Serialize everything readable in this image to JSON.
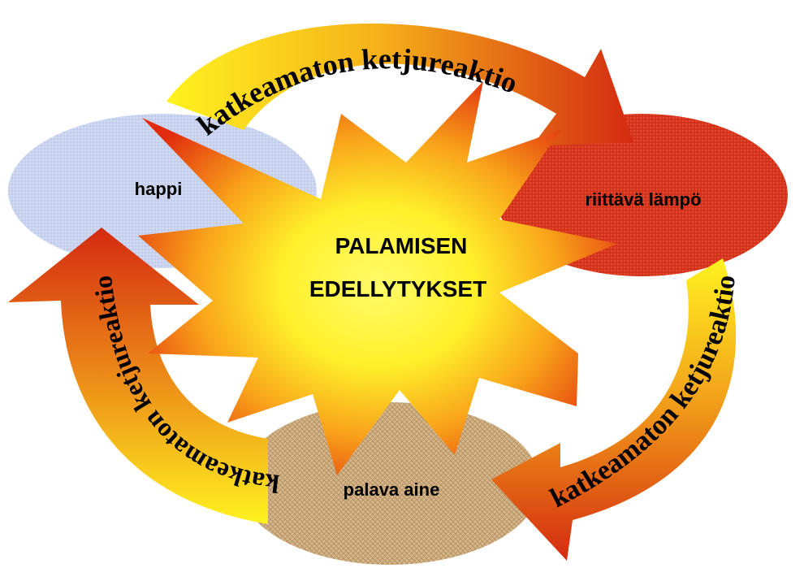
{
  "diagram": {
    "center": {
      "line1": "PALAMISEN",
      "line2": "EDELLYTYKSET"
    },
    "nodes": {
      "oxygen": "happi",
      "heat": "riittävä lämpö",
      "fuel": "palava aine"
    },
    "arrows": {
      "top": "katkeamaton ketjureaktio",
      "right": "katkeamaton ketjureaktio",
      "left": "katkeamaton ketjureaktio"
    },
    "colors": {
      "oxygen_fill": "#c9d3ef",
      "heat_fill": "#d8341e",
      "fuel_fill": "#c9a77b",
      "arrow_start": "#ffef1a",
      "arrow_end": "#d42a10",
      "star_center": "#fff53a",
      "star_edge": "#e6310f"
    }
  }
}
